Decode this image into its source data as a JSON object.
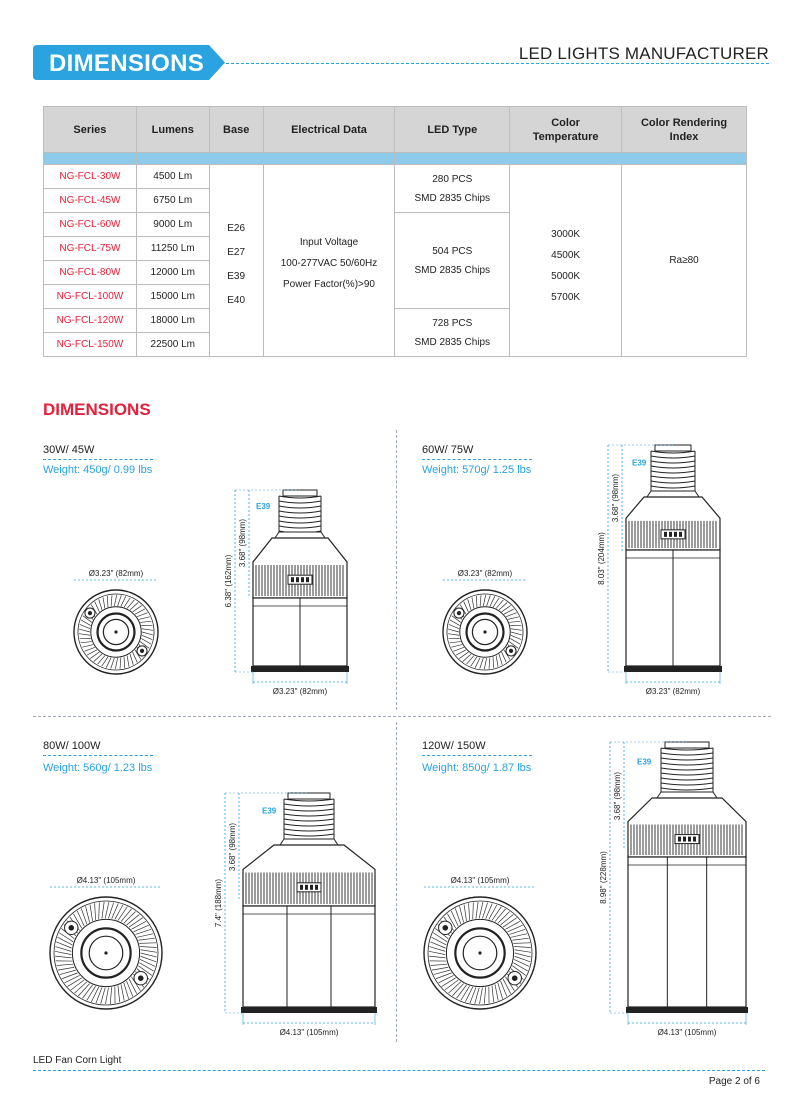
{
  "header": {
    "section_tab": "DIMENSIONS",
    "brand": "LED LIGHTS MANUFACTURER",
    "accent": "#2aa3e0"
  },
  "table": {
    "headers": [
      "Series",
      "Lumens",
      "Base",
      "Electrical Data",
      "LED Type",
      "Color Temperature",
      "Color Rendering Index"
    ],
    "rows": [
      {
        "series": "NG-FCL-30W",
        "lumens": "4500 Lm"
      },
      {
        "series": "NG-FCL-45W",
        "lumens": "6750 Lm"
      },
      {
        "series": "NG-FCL-60W",
        "lumens": "9000 Lm"
      },
      {
        "series": "NG-FCL-75W",
        "lumens": "11250 Lm"
      },
      {
        "series": "NG-FCL-80W",
        "lumens": "12000 Lm"
      },
      {
        "series": "NG-FCL-100W",
        "lumens": "15000 Lm"
      },
      {
        "series": "NG-FCL-120W",
        "lumens": "18000 Lm"
      },
      {
        "series": "NG-FCL-150W",
        "lumens": "22500 Lm"
      }
    ],
    "base": [
      "E26",
      "E27",
      "E39",
      "E40"
    ],
    "electrical": [
      "Input Voltage",
      "100-277VAC 50/60Hz",
      "Power Factor(%)>90"
    ],
    "led_types": [
      {
        "count": "280 PCS",
        "chip": "SMD 2835 Chips"
      },
      {
        "count": "504 PCS",
        "chip": "SMD 2835 Chips"
      },
      {
        "count": "728 PCS",
        "chip": "SMD 2835 Chips"
      }
    ],
    "color_temps": [
      "3000K",
      "4500K",
      "5000K",
      "5700K"
    ],
    "cri": "Ra≥80"
  },
  "section_title": "DIMENSIONS",
  "quadrants": [
    {
      "title": "30W/ 45W",
      "weight": "Weight: 450g/ 0.99 lbs",
      "top_dia": "Ø3.23\" (82mm)",
      "side_dia": "Ø3.23\" (82mm)",
      "total_h": "6.38\" (162mm)",
      "base_h": "3.68\" (98mm)",
      "base": "E39"
    },
    {
      "title": "60W/ 75W",
      "weight": "Weight: 570g/ 1.25 lbs",
      "top_dia": "Ø3.23\" (82mm)",
      "side_dia": "Ø3.23\" (82mm)",
      "total_h": "8.03\" (204mm)",
      "base_h": "3.68\" (98mm)",
      "base": "E39"
    },
    {
      "title": "80W/ 100W",
      "weight": "Weight: 560g/ 1.23 lbs",
      "top_dia": "Ø4.13\" (105mm)",
      "side_dia": "Ø4.13\" (105mm)",
      "total_h": "7.4\" (188mm)",
      "base_h": "3.68\" (98mm)",
      "base": "E39"
    },
    {
      "title": "120W/ 150W",
      "weight": "Weight: 850g/ 1.87 lbs",
      "top_dia": "Ø4.13\" (105mm)",
      "side_dia": "Ø4.13\" (105mm)",
      "total_h": "8.98\" (228mm)",
      "base_h": "3.68\" (98mm)",
      "base": "E39"
    }
  ],
  "footer": {
    "product": "LED Fan Corn Light",
    "page": "Page 2 of 6"
  }
}
